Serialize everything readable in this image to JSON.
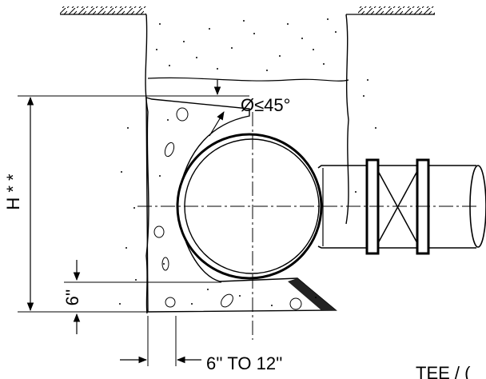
{
  "labels": {
    "angle": "Ø≤45°",
    "height": "H * *",
    "bottom_clearance": "6''",
    "side_clearance": "6'' TO 12''",
    "corner_text": "TEE / (",
    "angle_prefix": "Ø",
    "angle_rel": "≤",
    "angle_value": "45°"
  }
}
